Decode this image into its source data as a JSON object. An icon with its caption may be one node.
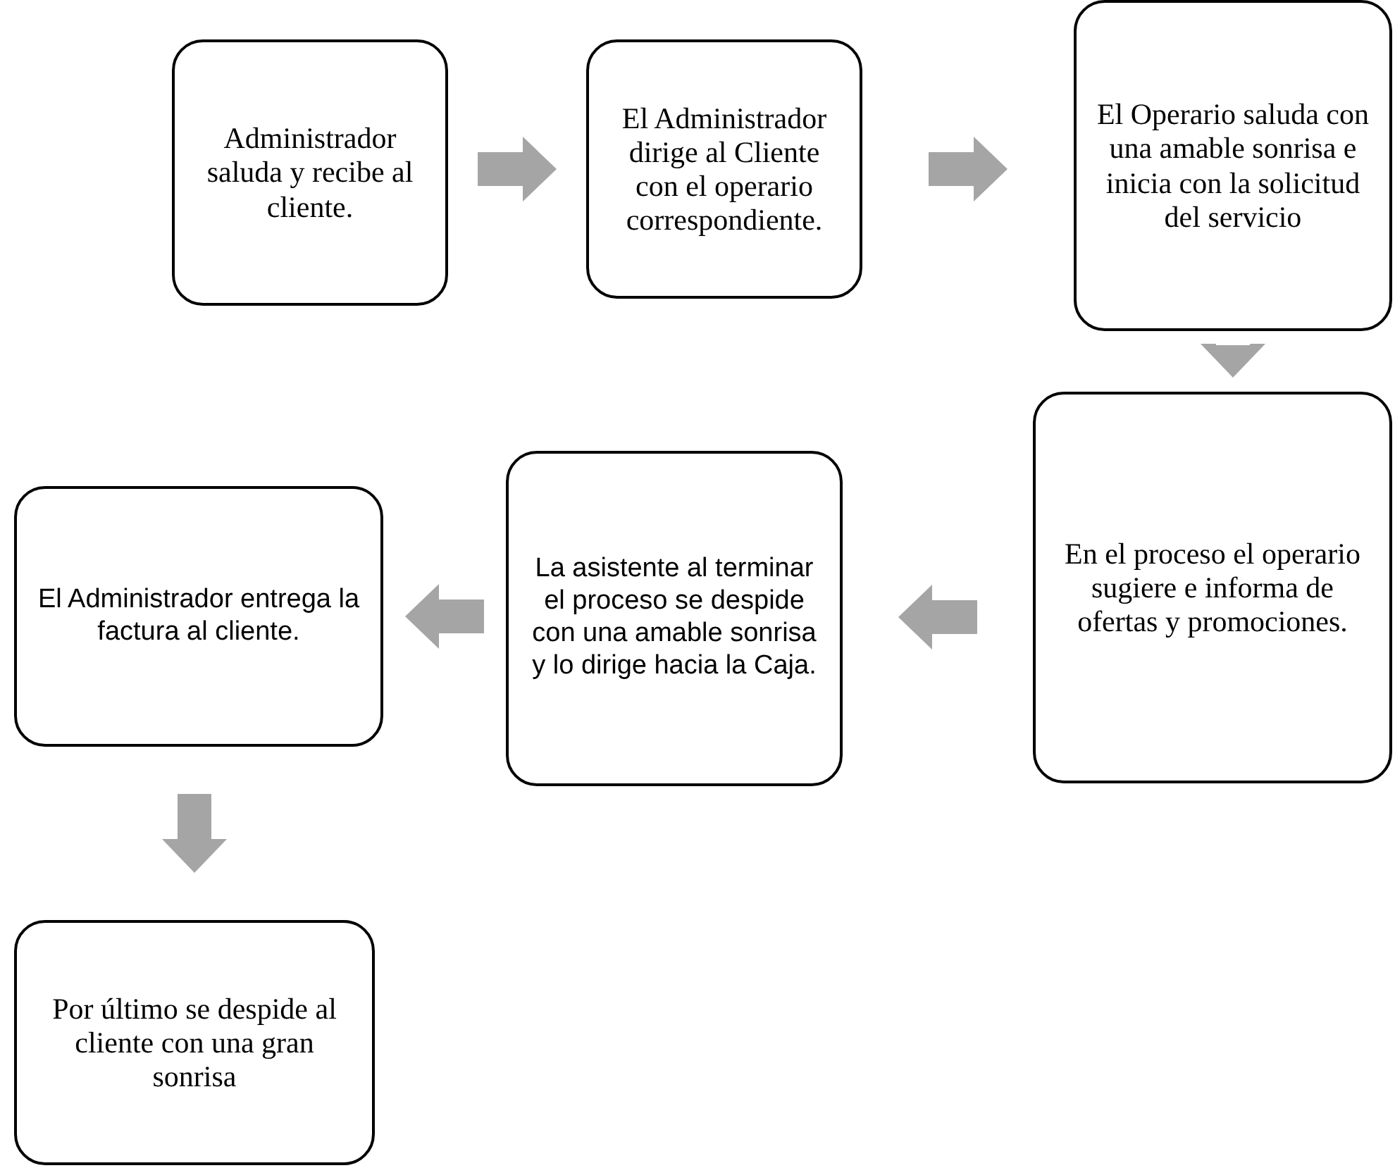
{
  "diagram": {
    "nodes": [
      {
        "text": [
          "Administrador saluda y recibe al cliente."
        ]
      },
      {
        "text": [
          "El Administrador dirige al Cliente con el operario correspondiente."
        ]
      },
      {
        "text": [
          "El Operario saluda con una amable sonrisa e inicia con la solicitud del servicio"
        ]
      },
      {
        "text": [
          "En el proceso el operario sugiere e informa de ofertas y promociones."
        ]
      },
      {
        "text": [
          "La asistente al terminar el proceso se despide con una amable sonrisa y lo dirige hacia la Caja."
        ]
      },
      {
        "text": [
          "El Administrador entrega la factura al cliente."
        ]
      },
      {
        "text": [
          "Por último se despide al cliente con una gran sonrisa"
        ]
      }
    ],
    "edges": [
      {
        "from": 0,
        "to": 1,
        "arrow": "to"
      },
      {
        "from": 1,
        "to": 2,
        "arrow": "to"
      },
      {
        "from": 2,
        "to": 3,
        "arrow": "to"
      },
      {
        "from": 3,
        "to": 4,
        "arrow": "to"
      },
      {
        "from": 4,
        "to": 5,
        "arrow": "to"
      },
      {
        "from": 5,
        "to": 6,
        "arrow": "to"
      }
    ]
  }
}
